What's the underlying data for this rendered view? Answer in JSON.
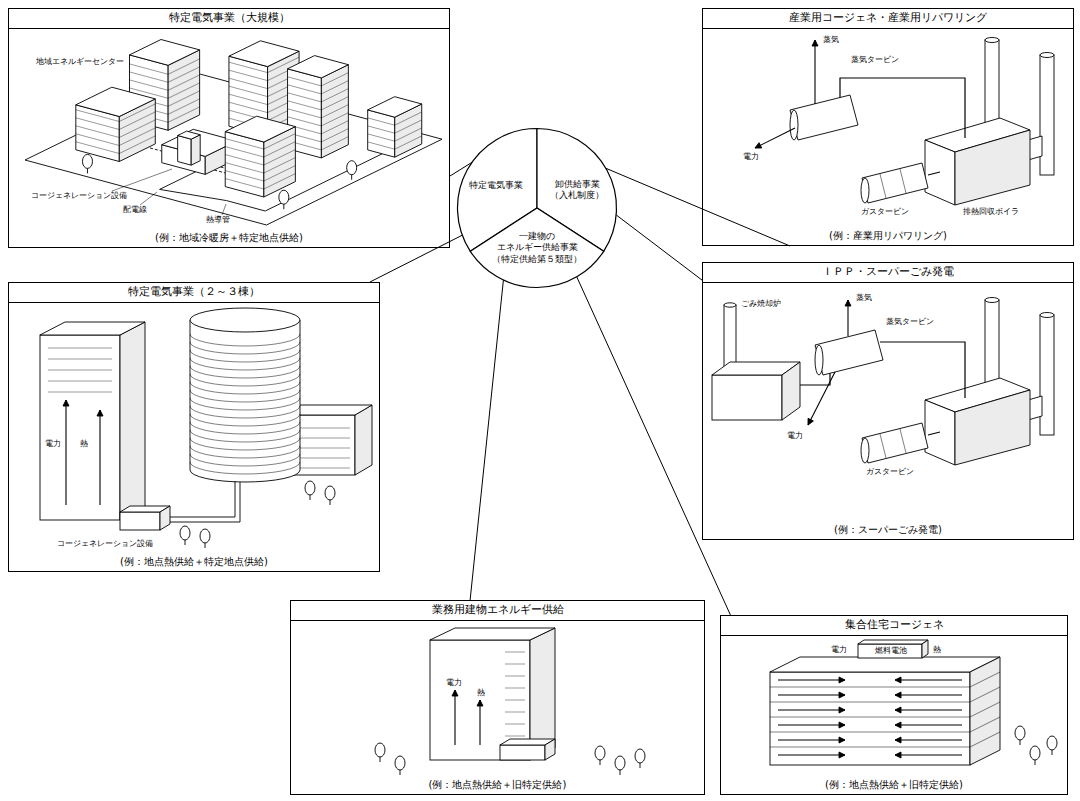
{
  "diagram": {
    "nodes": [
      {
        "text": [
          "特定電気事業（大規模）",
          "(例：地域冷暖房＋特定地点供給)"
        ]
      },
      {
        "text": [
          "産業用コージェネ・産業用リパワリング",
          "(例：産業用リパワリング)"
        ]
      },
      {
        "text": [
          "特定電気事業（２～３棟）",
          "(例：地点熱供給＋特定地点供給)"
        ]
      },
      {
        "text": [
          "特定電気事業"
        ]
      },
      {
        "text": [
          "卸供給事業 （入札制度）"
        ]
      },
      {
        "text": [
          "一建物の エネルギー供給事業 （特定供給第５類型）"
        ]
      },
      {
        "text": [
          "ＩＰＰ・スーパーごみ発電",
          "(例：スーパーごみ発電)"
        ]
      },
      {
        "text": [
          "業務用建物エネルギー供給",
          "(例：地点熱供給＋旧特定供給)"
        ]
      },
      {
        "text": [
          "集合住宅コージェネ",
          "(例：地点熱供給＋旧特定供給)"
        ]
      }
    ],
    "edges": [
      {
        "from": 0,
        "to": 3,
        "arrow": "none"
      },
      {
        "from": 2,
        "to": 3,
        "arrow": "none"
      },
      {
        "from": 1,
        "to": 4,
        "arrow": "none"
      },
      {
        "from": 6,
        "to": 4,
        "arrow": "none"
      },
      {
        "from": 7,
        "to": 5,
        "arrow": "none"
      },
      {
        "from": 8,
        "to": 5,
        "arrow": "none"
      }
    ],
    "labels": [
      "地域エネルギーセンター",
      "コージェネレーション設備",
      "配電線",
      "熱導管",
      "蒸気",
      "蒸気タービン",
      "電力",
      "ガスタービン",
      "排熱回収ボイラ",
      "電力",
      "熱",
      "コージェネレーション設備",
      "ごみ焼却炉",
      "蒸気タービン",
      "蒸気",
      "電力",
      "ガスタービン",
      "電力",
      "熱",
      "電力",
      "燃料電池",
      "熱"
    ]
  }
}
